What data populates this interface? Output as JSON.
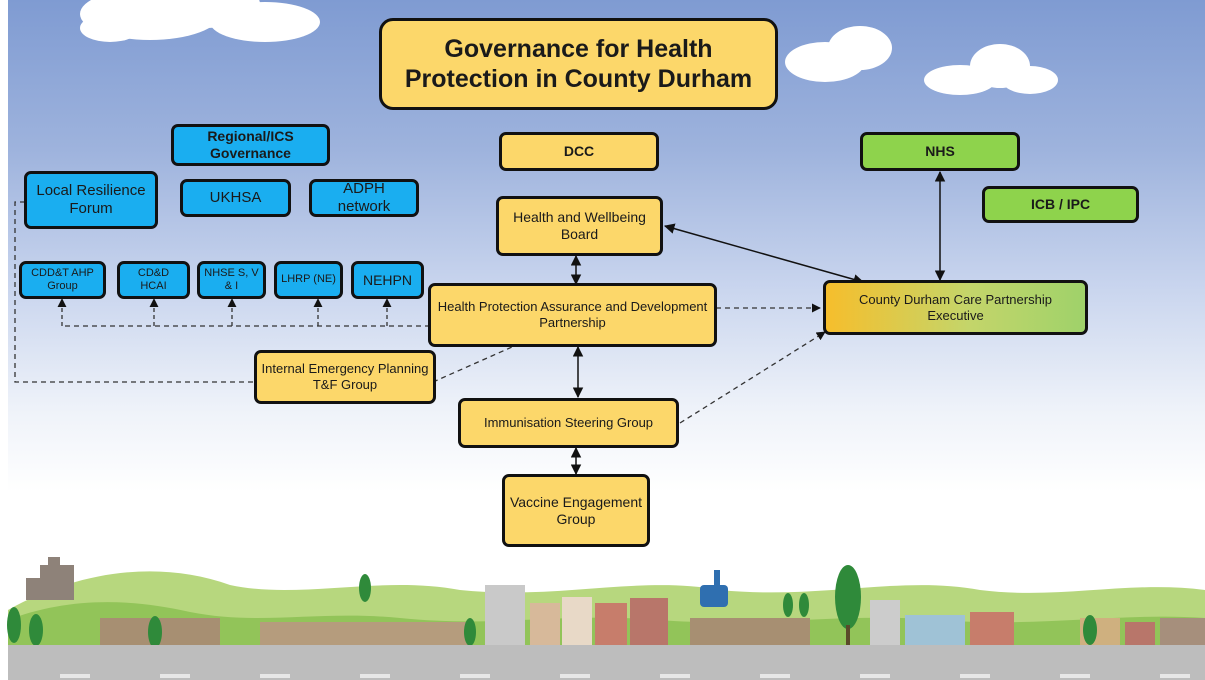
{
  "title": "Governance for Health Protection in County Durham",
  "regional": {
    "header": "Regional/ICS Governance",
    "local_resilience_forum": "Local Resilience Forum",
    "ukhsa": "UKHSA",
    "adph_network": "ADPH network",
    "cddt_ahp": "CDD&T AHP Group",
    "cdd_hcai": "CD&D HCAI",
    "nhse": "NHSE S, V & I",
    "lhrp": "LHRP (NE)",
    "nehpn": "NEHPN"
  },
  "dcc": {
    "header": "DCC",
    "hwb": "Health and Wellbeing Board",
    "hpadp": "Health Protection Assurance and Development Partnership",
    "internal_emergency": "Internal Emergency Planning T&F Group",
    "immunisation": "Immunisation Steering Group",
    "vaccine": "Vaccine Engagement Group"
  },
  "nhs": {
    "header": "NHS",
    "icb": "ICB / IPC",
    "care_partnership": "County Durham Care Partnership Executive"
  },
  "colors": {
    "regional_box": "#1aaef0",
    "dcc_box": "#fcd76a",
    "nhs_box": "#8ed34c"
  }
}
